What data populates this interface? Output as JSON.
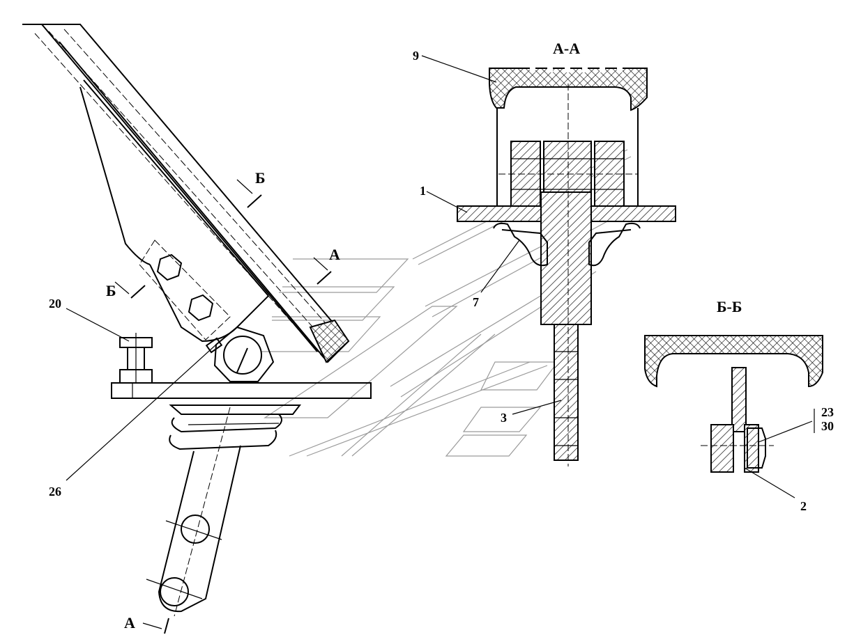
{
  "sections": {
    "aa_title": "А-А",
    "bb_title": "Б-Б",
    "marker_a_upper": "А",
    "marker_a_lower": "А",
    "marker_b_upper": "Б",
    "marker_b_lower": "Б"
  },
  "callouts": {
    "c9": "9",
    "c1": "1",
    "c7": "7",
    "c3": "3",
    "c20": "20",
    "c26": "26",
    "c23": "23",
    "c30": "30",
    "c2": "2"
  }
}
